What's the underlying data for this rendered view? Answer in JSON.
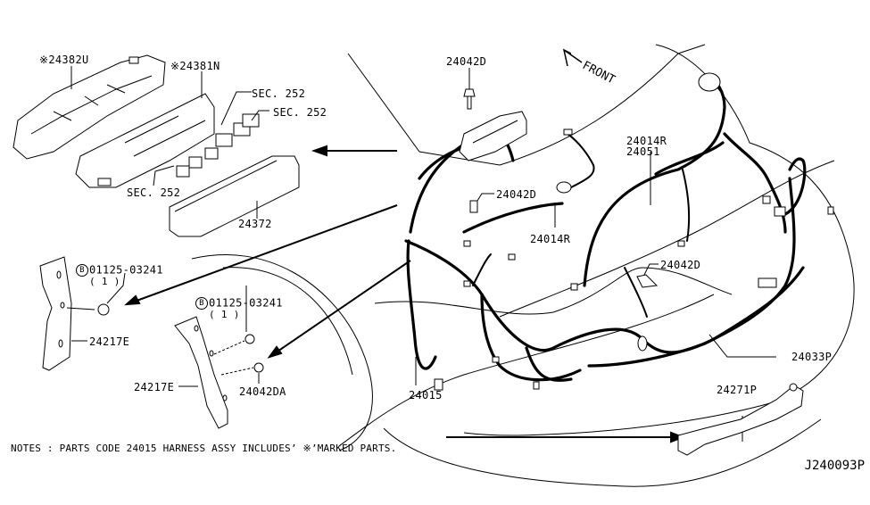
{
  "diagram": {
    "type": "parts-exploded-view",
    "direction_indicator": "FRONT",
    "part_labels": {
      "p24382U": "※24382U",
      "p24381N": "※24381N",
      "sec252_a": "SEC. 252",
      "sec252_b": "SEC. 252",
      "sec252_c": "SEC. 252",
      "p24372": "24372",
      "bolt_left_code": "01125-03241",
      "bolt_left_qty": "( 1 )",
      "bolt_left_marker": "B",
      "p24217E_left": "24217E",
      "bolt_mid_code": "01125-03241",
      "bolt_mid_qty": "( 1 )",
      "bolt_mid_marker": "B",
      "p24217E_mid": "24217E",
      "p24042DA": "24042DA",
      "p24042D_top": "24042D",
      "p24042D_mid": "24042D",
      "p24042D_right": "24042D",
      "p24014R_a": "24014R",
      "p24051": "24051",
      "p24014R_b": "24014R",
      "p24015": "24015",
      "p24033P": "24033P",
      "p24271P": "24271P"
    },
    "notes": "NOTES : PARTS CODE 24015 HARNESS ASSY INCLUDES’ ※’MARKED PARTS.",
    "diagram_code": "J240093P"
  }
}
